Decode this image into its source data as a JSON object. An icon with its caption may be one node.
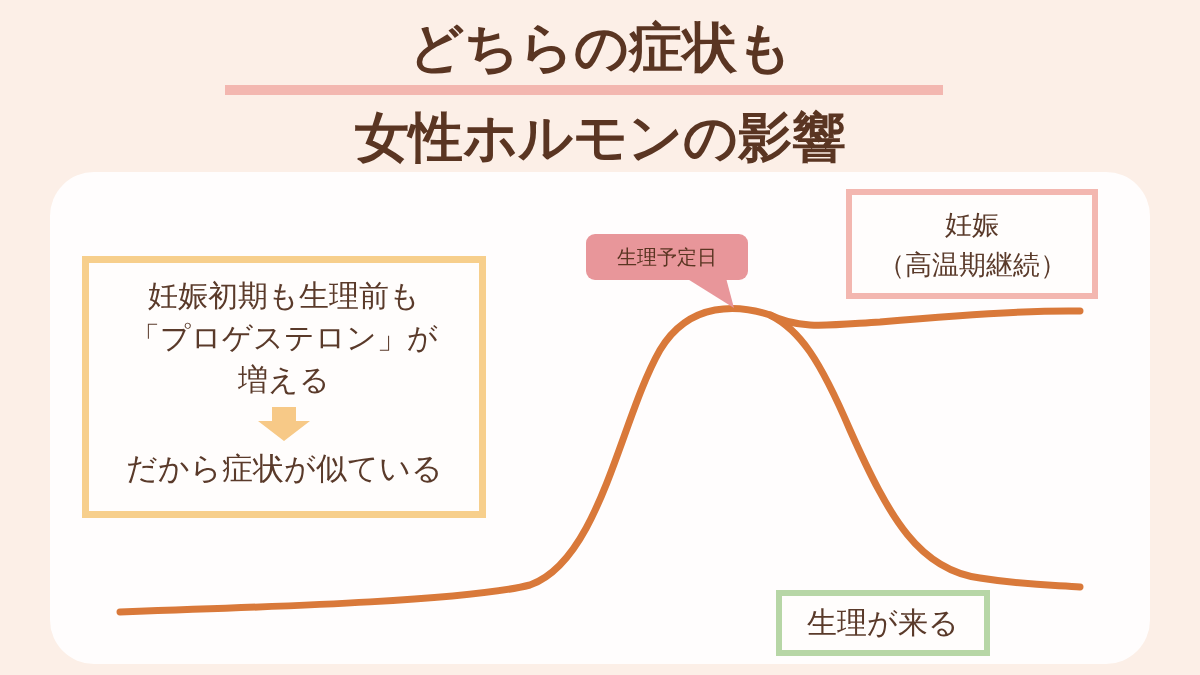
{
  "diagram": {
    "title": "どちらの症状も",
    "nodes": [
      {
        "text": [
          "妊娠初期も生理前も「プロゲステロン」が増える",
          "だから症状が似ている"
        ]
      },
      {
        "text": [
          "生理予定日"
        ]
      },
      {
        "text": [
          "妊娠",
          "（高温期継続）"
        ]
      },
      {
        "text": [
          "生理が来る"
        ]
      }
    ],
    "labels": [
      "女性ホルモンの影響"
    ]
  }
}
